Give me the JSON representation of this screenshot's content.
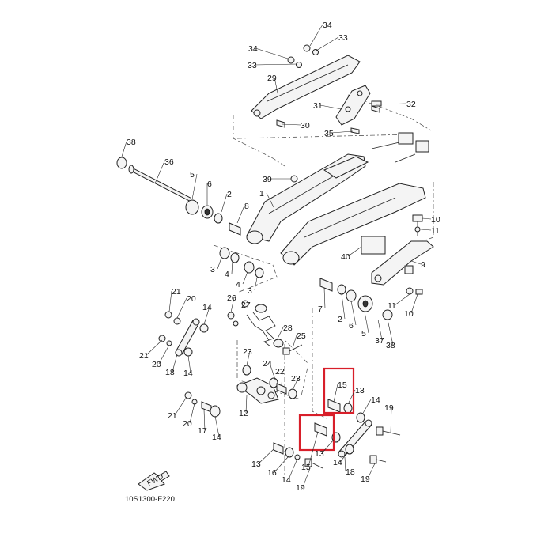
{
  "diagram": {
    "code": "10S1300-F220",
    "fwd_label": "FWD",
    "highlight_color": "#d81f2a",
    "line_color": "#222222",
    "labels": [
      {
        "id": "l34a",
        "text": "34"
      },
      {
        "id": "l33a",
        "text": "33"
      },
      {
        "id": "l34b",
        "text": "34"
      },
      {
        "id": "l33b",
        "text": "33"
      },
      {
        "id": "l29",
        "text": "29"
      },
      {
        "id": "l31",
        "text": "31"
      },
      {
        "id": "l32",
        "text": "32"
      },
      {
        "id": "l30",
        "text": "30"
      },
      {
        "id": "l35",
        "text": "35"
      },
      {
        "id": "l38a",
        "text": "38"
      },
      {
        "id": "l36",
        "text": "36"
      },
      {
        "id": "l5a",
        "text": "5"
      },
      {
        "id": "l6a",
        "text": "6"
      },
      {
        "id": "l2a",
        "text": "2"
      },
      {
        "id": "l8",
        "text": "8"
      },
      {
        "id": "l39",
        "text": "39"
      },
      {
        "id": "l1",
        "text": "1"
      },
      {
        "id": "l10a",
        "text": "10"
      },
      {
        "id": "l11a",
        "text": "11"
      },
      {
        "id": "l40",
        "text": "40"
      },
      {
        "id": "l9",
        "text": "9"
      },
      {
        "id": "l3a",
        "text": "3"
      },
      {
        "id": "l4a",
        "text": "4"
      },
      {
        "id": "l4b",
        "text": "4"
      },
      {
        "id": "l3b",
        "text": "3"
      },
      {
        "id": "l7",
        "text": "7"
      },
      {
        "id": "l2b",
        "text": "2"
      },
      {
        "id": "l6b",
        "text": "6"
      },
      {
        "id": "l5b",
        "text": "5"
      },
      {
        "id": "l11b",
        "text": "11"
      },
      {
        "id": "l10b",
        "text": "10"
      },
      {
        "id": "l37",
        "text": "37"
      },
      {
        "id": "l38b",
        "text": "38"
      },
      {
        "id": "l21a",
        "text": "21"
      },
      {
        "id": "l20a",
        "text": "20"
      },
      {
        "id": "l14a",
        "text": "14"
      },
      {
        "id": "l26",
        "text": "26"
      },
      {
        "id": "l27",
        "text": "27"
      },
      {
        "id": "l28",
        "text": "28"
      },
      {
        "id": "l25",
        "text": "25"
      },
      {
        "id": "l21b",
        "text": "21"
      },
      {
        "id": "l20b",
        "text": "20"
      },
      {
        "id": "l18a",
        "text": "18"
      },
      {
        "id": "l14b",
        "text": "14"
      },
      {
        "id": "l23a",
        "text": "23"
      },
      {
        "id": "l24",
        "text": "24"
      },
      {
        "id": "l22",
        "text": "22"
      },
      {
        "id": "l23b",
        "text": "23"
      },
      {
        "id": "l15a",
        "text": "15"
      },
      {
        "id": "l13a",
        "text": "13"
      },
      {
        "id": "l14c",
        "text": "14"
      },
      {
        "id": "l19a",
        "text": "19"
      },
      {
        "id": "l21c",
        "text": "21"
      },
      {
        "id": "l20c",
        "text": "20"
      },
      {
        "id": "l17",
        "text": "17"
      },
      {
        "id": "l14d",
        "text": "14"
      },
      {
        "id": "l12",
        "text": "12"
      },
      {
        "id": "l15b",
        "text": "15"
      },
      {
        "id": "l13b",
        "text": "13"
      },
      {
        "id": "l14e",
        "text": "14"
      },
      {
        "id": "l18b",
        "text": "18"
      },
      {
        "id": "l19b",
        "text": "19"
      },
      {
        "id": "l13c",
        "text": "13"
      },
      {
        "id": "l16",
        "text": "16"
      },
      {
        "id": "l14f",
        "text": "14"
      },
      {
        "id": "l19c",
        "text": "19"
      }
    ]
  }
}
